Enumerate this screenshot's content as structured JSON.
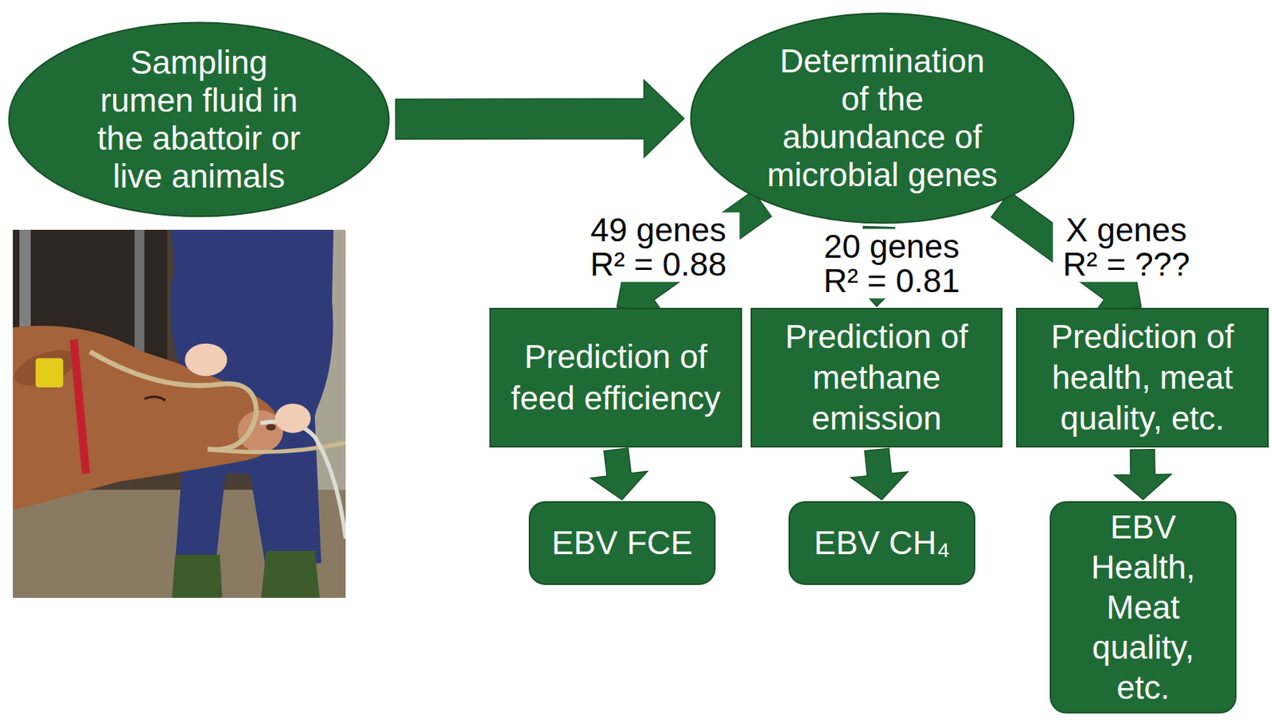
{
  "diagram": {
    "nodes": [
      {
        "text": [
          "Sampling rumen fluid in the abattoir or live animals"
        ]
      },
      {
        "text": [
          "Determination of the abundance of microbial genes"
        ]
      },
      {
        "text": [
          "Prediction of feed efficiency"
        ]
      },
      {
        "text": [
          "Prediction of methane emission"
        ]
      },
      {
        "text": [
          "Prediction of health, meat quality, etc."
        ]
      },
      {
        "text": [
          "EBV FCE"
        ]
      },
      {
        "text": [
          "EBV CH₄"
        ]
      },
      {
        "text": [
          "EBV Health, Meat quality, etc."
        ]
      }
    ],
    "edges": [
      {
        "from": 0,
        "to": 1,
        "arrow": "to"
      },
      {
        "from": 1,
        "to": 2,
        "label": "49 genes R² = 0.88",
        "arrow": "to"
      },
      {
        "from": 1,
        "to": 3,
        "label": "20 genes R² = 0.81",
        "arrow": "to"
      },
      {
        "from": 1,
        "to": 4,
        "label": "X genes R² = ???",
        "arrow": "to"
      },
      {
        "from": 2,
        "to": 5,
        "arrow": "to"
      },
      {
        "from": 3,
        "to": 6,
        "arrow": "to"
      },
      {
        "from": 4,
        "to": 7,
        "arrow": "to"
      }
    ]
  }
}
